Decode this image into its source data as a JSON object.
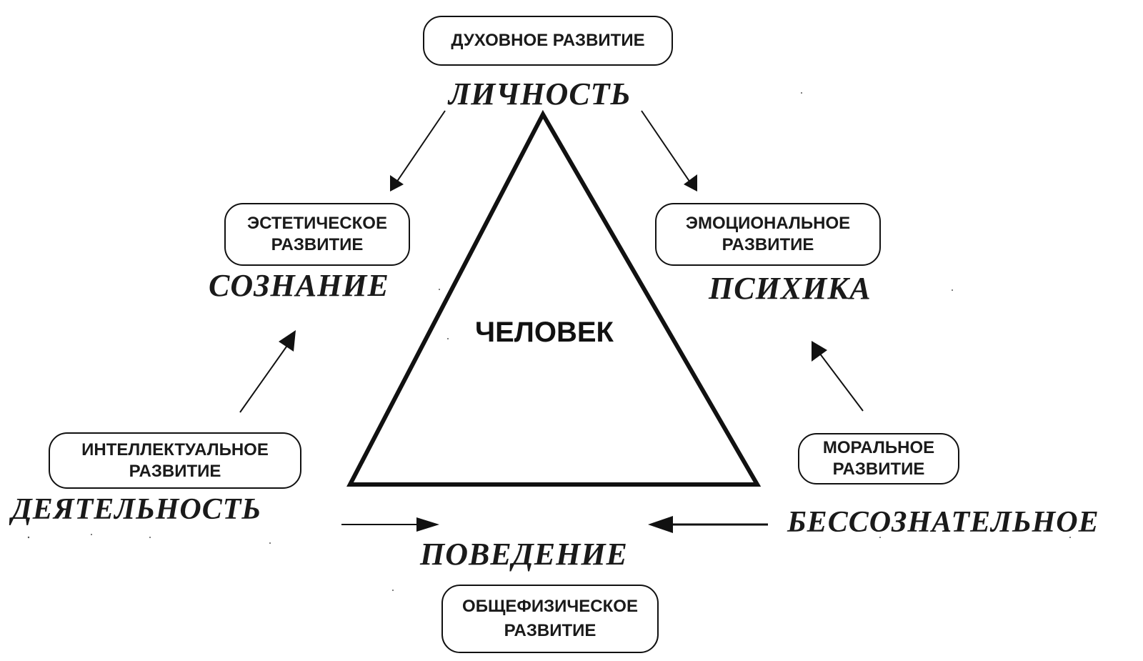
{
  "center": {
    "label": "ЧЕЛОВЕК"
  },
  "concepts": {
    "personality": "ЛИЧНОСТЬ",
    "consciousness": "СОЗНАНИЕ",
    "psyche": "ПСИХИКА",
    "activity": "ДЕЯТЕЛЬНОСТЬ",
    "unconscious": "БЕССОЗНАТЕЛЬНОЕ",
    "behavior": "ПОВЕДЕНИЕ"
  },
  "boxes": {
    "spiritual": {
      "line1": "ДУХОВНОЕ РАЗВИТИЕ"
    },
    "aesthetic": {
      "line1": "ЭСТЕТИЧЕСКОЕ",
      "line2": "РАЗВИТИЕ"
    },
    "emotional": {
      "line1": "ЭМОЦИОНАЛЬНОЕ",
      "line2": "РАЗВИТИЕ"
    },
    "intellectual": {
      "line1": "ИНТЕЛЛЕКТУАЛЬНОЕ",
      "line2": "РАЗВИТИЕ"
    },
    "moral": {
      "line1": "МОРАЛЬНОЕ",
      "line2": "РАЗВИТИЕ"
    },
    "physical": {
      "line1": "ОБЩЕФИЗИЧЕСКОЕ",
      "line2": "РАЗВИТИЕ"
    }
  },
  "colors": {
    "ink": "#111111",
    "background": "#ffffff"
  }
}
